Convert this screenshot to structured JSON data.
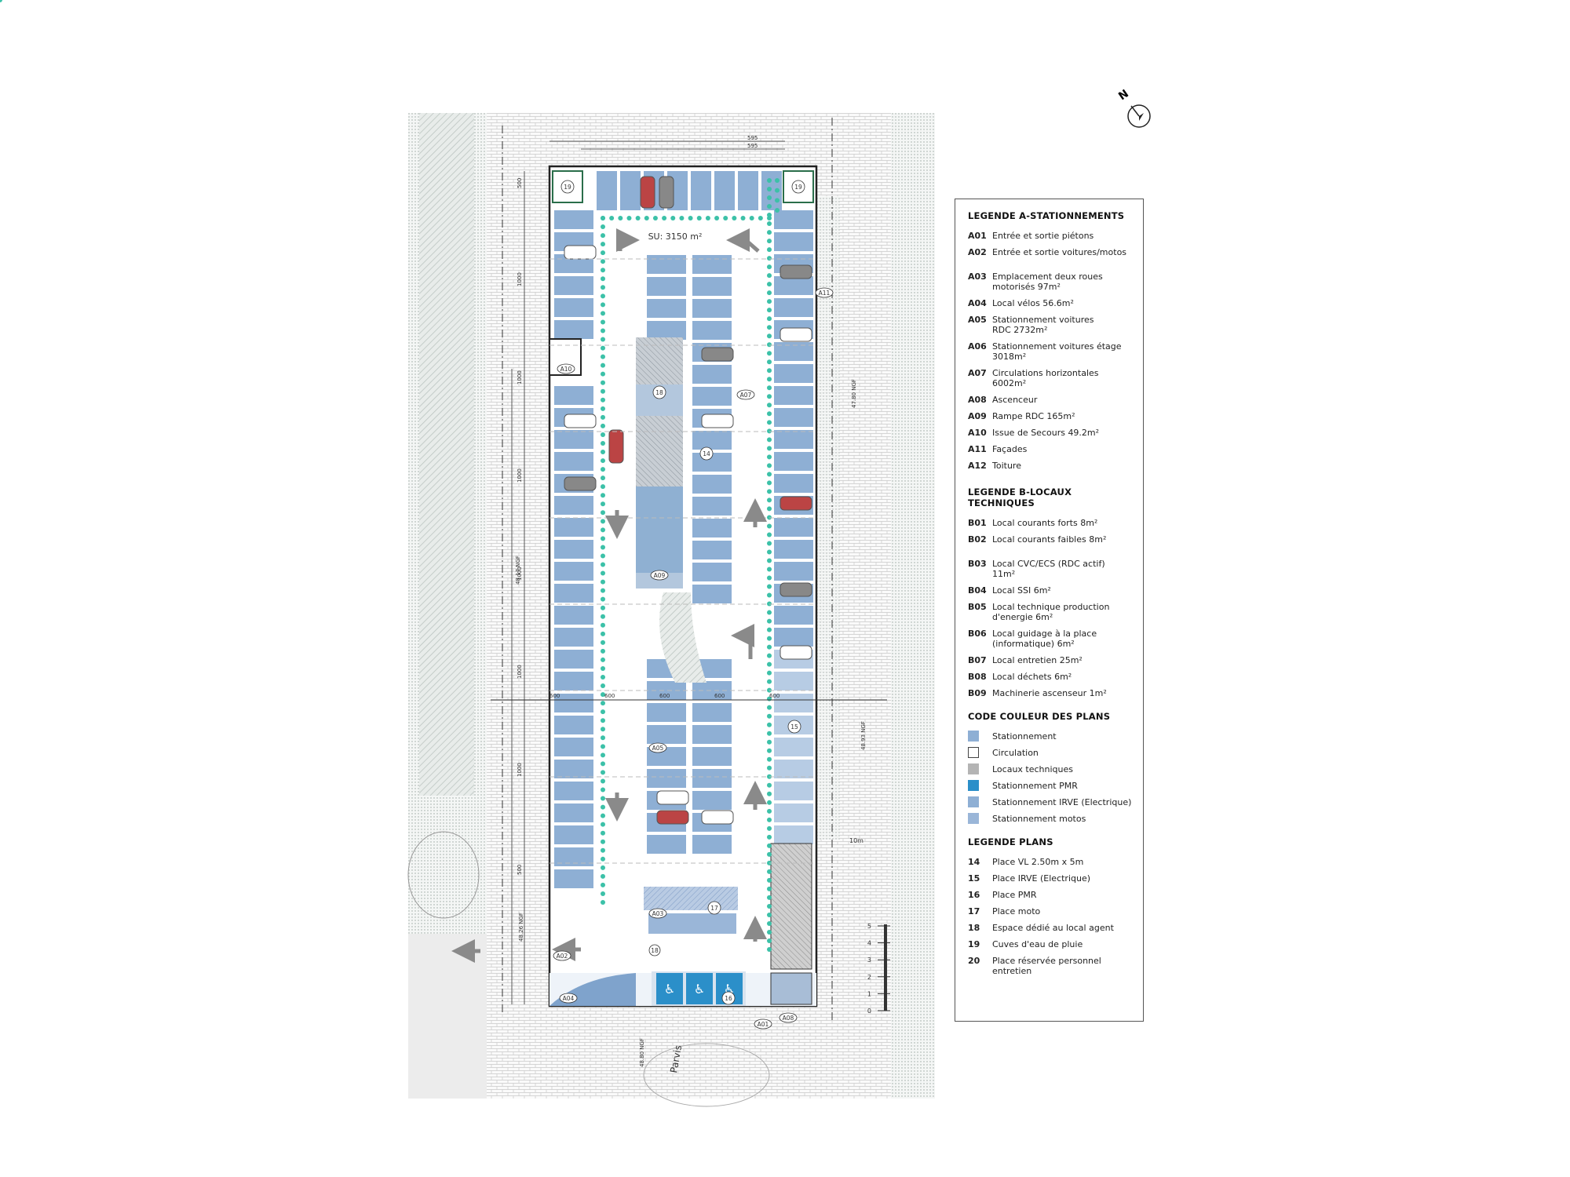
{
  "colors": {
    "stationnement": "#8eafd4",
    "circulation": "#ffffff",
    "locaux_techniques": "#b4b4b4",
    "pmr": "#2b8fc9",
    "irve": "#8eafd4",
    "motos": "#9ab6d8",
    "green_path": "#3cc1a8",
    "hatch_green": "#9fb3a6"
  },
  "plan": {
    "surface_label": "SU: 3150 m²",
    "dims_top": [
      "595",
      "595"
    ],
    "dims_left": [
      "500",
      "1000",
      "1000",
      "1000",
      "1000",
      "1000",
      "1000",
      "500"
    ],
    "dims_mid": [
      "600",
      "600",
      "600",
      "600",
      "600"
    ],
    "level_left_top": "48.17 NGF",
    "level_left_mid": "48.17 NGF",
    "level_left_low": "48.26 NGF",
    "level_right_top": "47.80 NGF",
    "level_right_mid": "48.93 NGF",
    "level_bottom": "48.80 NGF",
    "parvis": "Parvis",
    "tags": {
      "a01": "A01",
      "a02": "A02",
      "a03": "A03",
      "a04": "A04",
      "a05": "A05",
      "a07": "A07",
      "a08": "A08",
      "a09": "A09",
      "a10": "A10",
      "a11": "A11",
      "t14": "14",
      "t15": "15",
      "t16": "16",
      "t17": "17",
      "t18a": "18",
      "t18b": "18",
      "t19a": "19",
      "t19b": "19"
    },
    "scale_mark": "10m",
    "scale_ticks": [
      "5",
      "4",
      "3",
      "2",
      "1",
      "0"
    ]
  },
  "legend": {
    "a_title": "LEGENDE  A-STATIONNEMENTS",
    "a_items": [
      {
        "code": "A01",
        "label": "Entrée et sortie piétons"
      },
      {
        "code": "A02",
        "label": "Entrée et sortie voitures/motos"
      },
      {
        "code": "A03",
        "label": "Emplacement deux roues\nmotorisés 97m²"
      },
      {
        "code": "A04",
        "label": "Local vélos 56.6m²"
      },
      {
        "code": "A05",
        "label": "Stationnement voitures\nRDC 2732m²"
      },
      {
        "code": "A06",
        "label": "Stationnement voitures étage\n3018m²"
      },
      {
        "code": "A07",
        "label": "Circulations horizontales\n6002m²"
      },
      {
        "code": "A08",
        "label": "Ascenceur"
      },
      {
        "code": "A09",
        "label": "Rampe RDC 165m²"
      },
      {
        "code": "A10",
        "label": "Issue de Secours 49.2m²"
      },
      {
        "code": "A11",
        "label": "Façades"
      },
      {
        "code": "A12",
        "label": "Toiture"
      }
    ],
    "b_title": "LEGENDE  B-LOCAUX TECHNIQUES",
    "b_items": [
      {
        "code": "B01",
        "label": "Local courants forts 8m²"
      },
      {
        "code": "B02",
        "label": "Local courants faibles 8m²"
      },
      {
        "code": "B03",
        "label": "Local CVC/ECS (RDC actif)\n11m²"
      },
      {
        "code": "B04",
        "label": "Local SSI 6m²"
      },
      {
        "code": "B05",
        "label": "Local technique production\nd'energie 6m²"
      },
      {
        "code": "B06",
        "label": "Local guidage à la place\n(informatique) 6m²"
      },
      {
        "code": "B07",
        "label": "Local entretien 25m²"
      },
      {
        "code": "B08",
        "label": "Local déchets 6m²"
      },
      {
        "code": "B09",
        "label": "Machinerie ascenseur 1m²"
      }
    ],
    "c_title": "CODE COULEUR DES PLANS",
    "c_items": [
      {
        "swatch": "#8eafd4",
        "label": "Stationnement"
      },
      {
        "swatch": "#ffffff",
        "label": "Circulation"
      },
      {
        "swatch": "#b4b4b4",
        "label": "Locaux techniques"
      },
      {
        "swatch": "#2b8fc9",
        "label": "Stationnement PMR"
      },
      {
        "swatch": "#8eafd4",
        "label": "Stationnement IRVE (Electrique)"
      },
      {
        "swatch": "#9ab6d8",
        "label": "Stationnement motos"
      }
    ],
    "d_title": "LEGENDE PLANS",
    "d_items": [
      {
        "code": "14",
        "label": "Place VL 2.50m x 5m"
      },
      {
        "code": "15",
        "label": "Place IRVE (Electrique)"
      },
      {
        "code": "16",
        "label": "Place PMR"
      },
      {
        "code": "17",
        "label": "Place moto"
      },
      {
        "code": "18",
        "label": "Espace dédié au local agent"
      },
      {
        "code": "19",
        "label": "Cuves d'eau de pluie"
      },
      {
        "code": "20",
        "label": "Place réservée personnel\nentretien"
      }
    ]
  },
  "north": {
    "label": "N",
    "icon": "north-arrow-icon"
  }
}
